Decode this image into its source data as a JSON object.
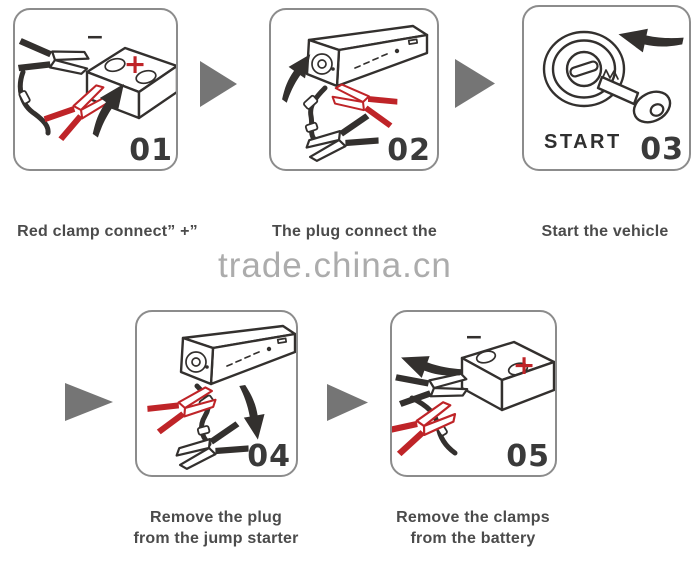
{
  "watermark": {
    "text": "trade.china.cn"
  },
  "colors": {
    "ink": "#33302e",
    "red": "#bf2428",
    "flow": "#757575",
    "border": "#8c8c8c",
    "caption": "#4b4b4b",
    "number": "#3a3a3a",
    "watermark": "#acacac",
    "bg": "#ffffff"
  },
  "steps": {
    "s1": {
      "number": "01",
      "caption": "Red clamp connect”  +”",
      "minus": "−",
      "plus": "+"
    },
    "s2": {
      "number": "02",
      "caption": "The plug connect the"
    },
    "s3": {
      "number": "03",
      "caption": "Start the vehicle",
      "start_label": "START"
    },
    "s4": {
      "number": "04",
      "caption": "Remove the plug from the jump starter"
    },
    "s5": {
      "number": "05",
      "caption": "Remove the clamps from the battery",
      "minus": "−",
      "plus": "+"
    }
  }
}
